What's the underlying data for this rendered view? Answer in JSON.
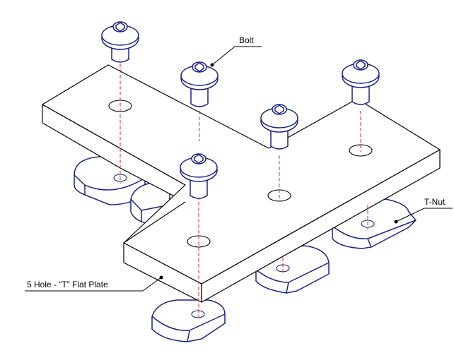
{
  "diagram": {
    "callouts": {
      "bolt": "Bolt",
      "tnut": "T-Nut",
      "plate": "5 Hole - “T” Flat Plate"
    },
    "colors": {
      "plate_outline": "#000000",
      "hardware": "#1a237e",
      "centerline": "#d32f2f",
      "background": "#ffffff"
    }
  }
}
